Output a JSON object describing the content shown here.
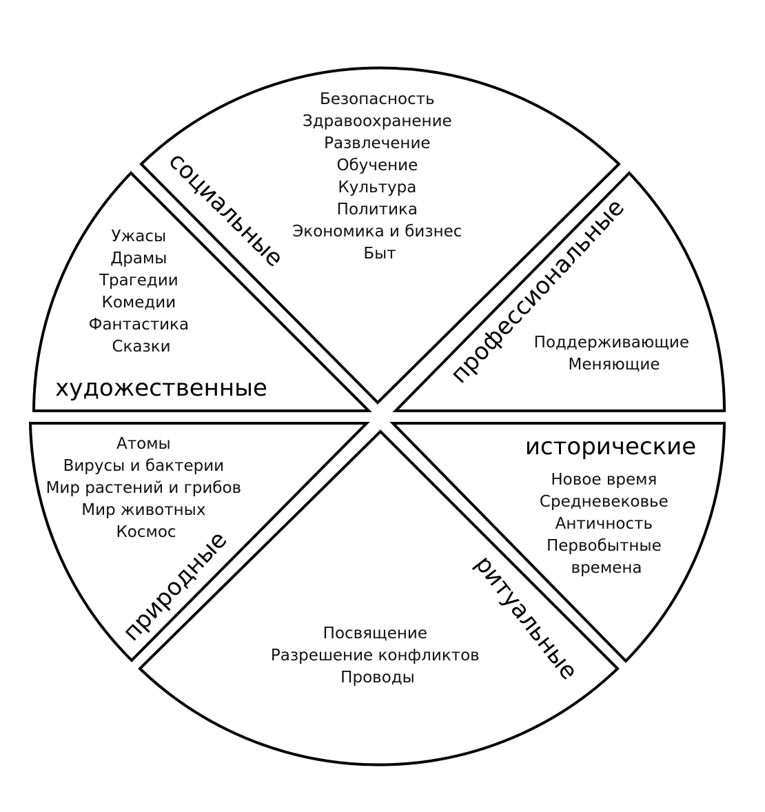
{
  "sectors": {
    "social": {
      "label": "социальные",
      "items": [
        "Безопасность",
        "Здравоохранение",
        "Развлечение",
        "Обучение",
        "Культура",
        "Политика",
        "Экономика и бизнес",
        "Быт"
      ]
    },
    "professional": {
      "label": "профессиональные",
      "items": [
        "Поддерживающие",
        "Меняющие"
      ]
    },
    "historical": {
      "label": "исторические",
      "items": [
        "Новое время",
        "Средневековье",
        "Античность",
        "Первобытные",
        "времена"
      ]
    },
    "ritual": {
      "label": "ритуальные",
      "items": [
        "Посвящение",
        "Разрешение конфликтов",
        "Проводы"
      ]
    },
    "natural": {
      "label": "природные",
      "items": [
        "Атомы",
        "Вирусы и бактерии",
        "Мир растений и грибов",
        "Мир животных",
        "Космос"
      ]
    },
    "artistic": {
      "label": "художественные",
      "items": [
        "Ужасы",
        "Драмы",
        "Трагедии",
        "Комедии",
        "Фантастика",
        "Сказки"
      ]
    }
  }
}
